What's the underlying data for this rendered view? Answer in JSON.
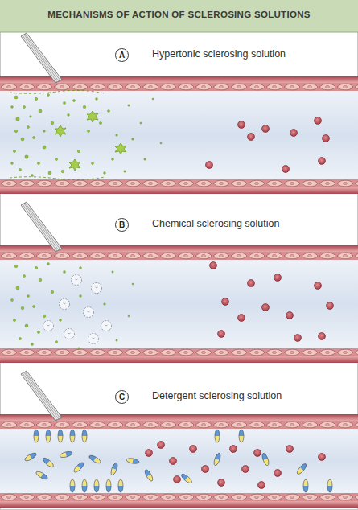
{
  "diagram": {
    "title": "MECHANISMS OF ACTION OF SCLEROSING SOLUTIONS",
    "nodes": [
      {
        "text": [
          "A"
        ]
      },
      {
        "text": [
          "B"
        ]
      },
      {
        "text": [
          "C"
        ]
      }
    ],
    "labels": [
      "Hypertonic sclerosing solution",
      "Chemical sclerosing solution",
      "Detergent sclerosing solution"
    ]
  }
}
